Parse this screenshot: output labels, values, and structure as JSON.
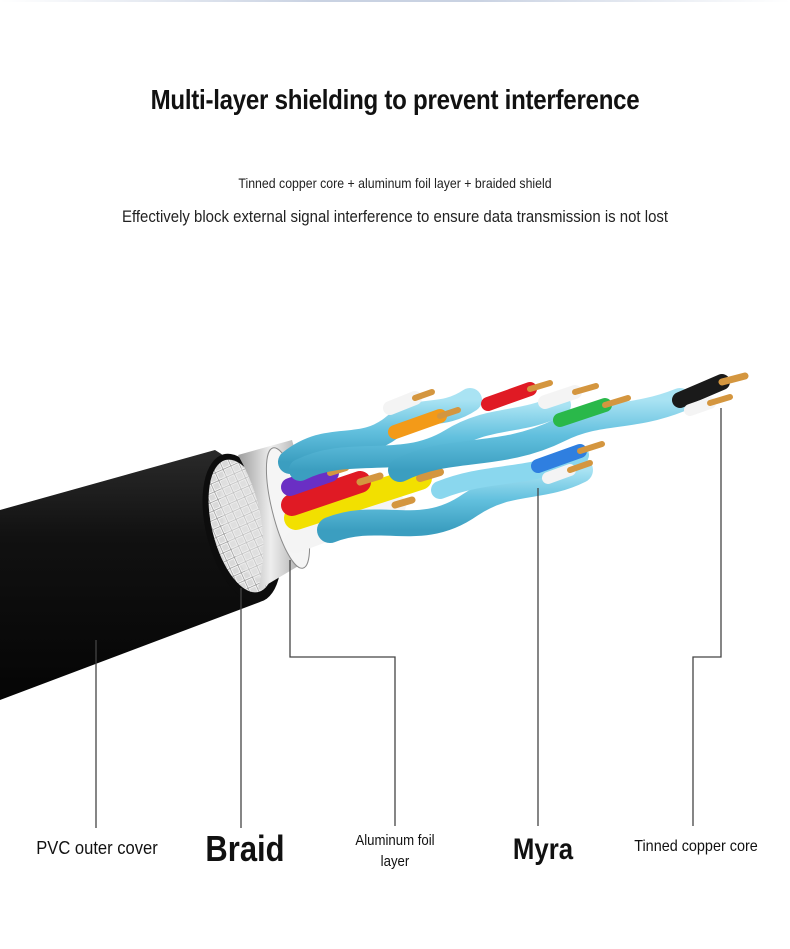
{
  "header": {
    "title": "Multi-layer shielding to prevent interference",
    "subtitle": "Tinned copper core + aluminum foil layer + braided shield",
    "description": "Effectively block external signal interference to ensure data transmission is not lost"
  },
  "labels": {
    "pvc": "PVC outer cover",
    "braid": "Braid",
    "foil_line1": "Aluminum foil",
    "foil_line2": "layer",
    "mylar": "Myra",
    "core": "Tinned copper core"
  },
  "colors": {
    "jacket": "#141414",
    "shield_silver": "#c8c8c8",
    "pair_sleeve": "#6fc7e2",
    "copper": "#d4963f",
    "wire_red": "#e01a24",
    "wire_yellow": "#f2e000",
    "wire_purple": "#6a2fc4",
    "wire_orange": "#f39a18",
    "wire_green": "#2ab84a",
    "wire_blue": "#2f7fe0",
    "wire_white": "#f4f4f4",
    "wire_black": "#1a1a1a",
    "leader_line": "#444444"
  }
}
